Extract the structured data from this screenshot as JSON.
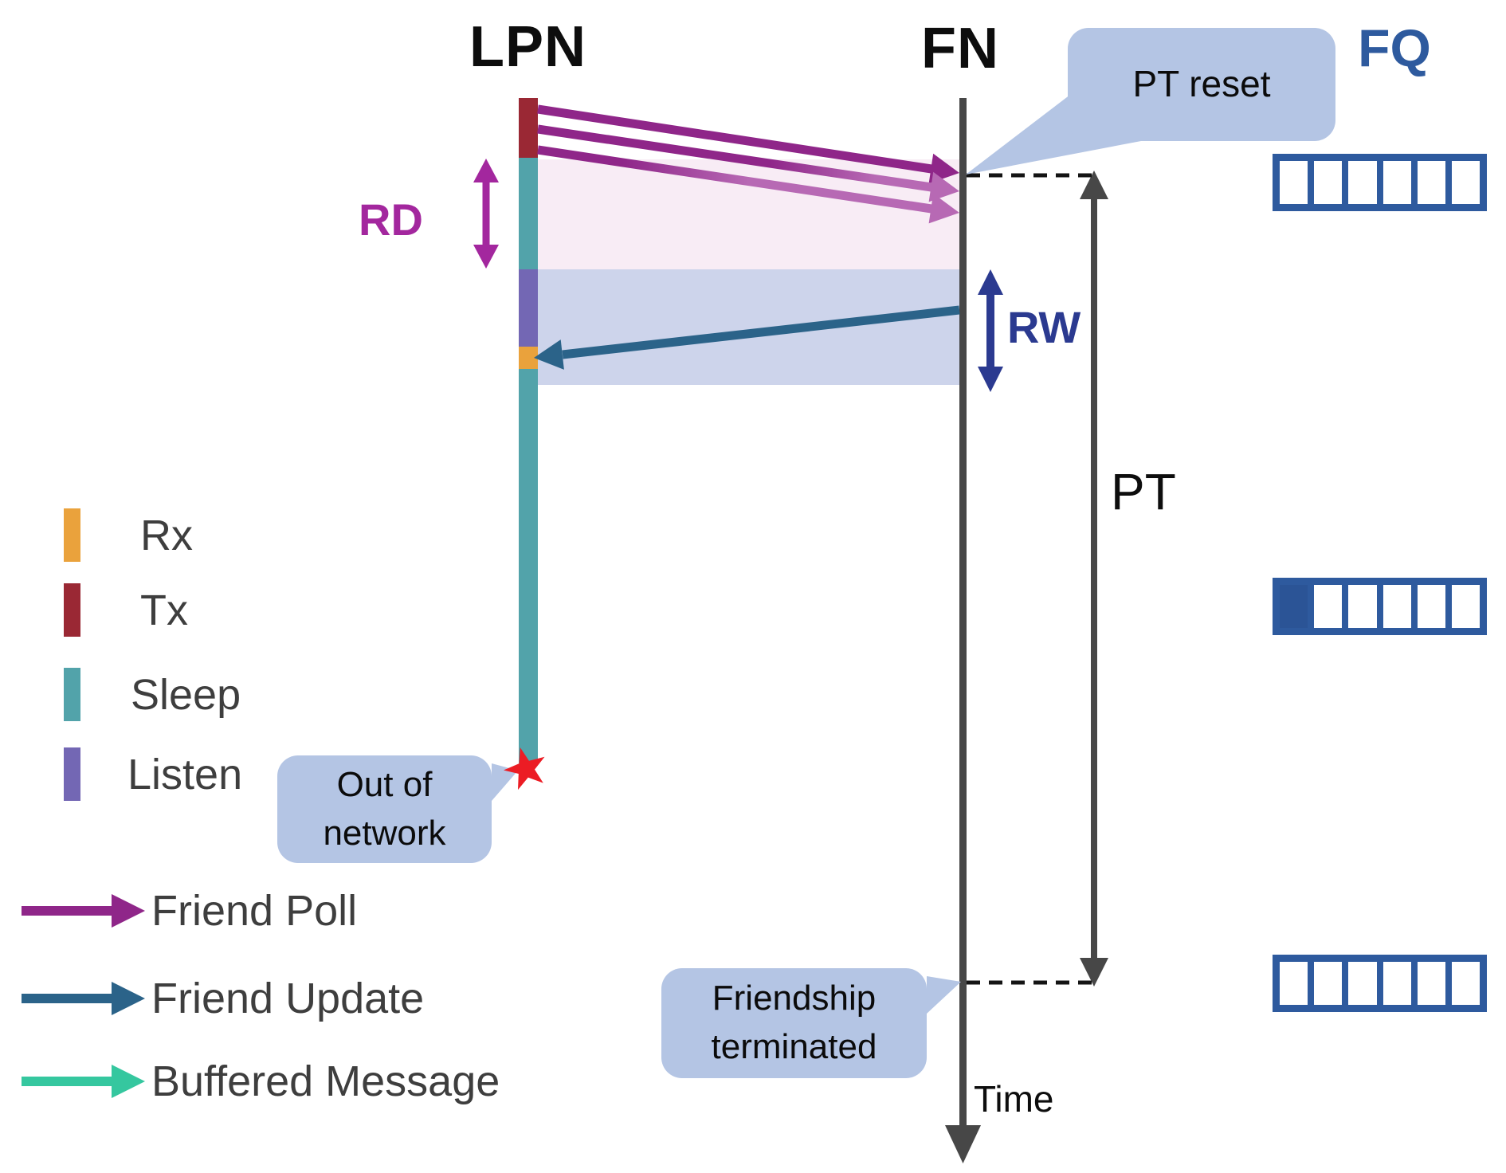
{
  "colors": {
    "rx": "#EAA23C",
    "tx": "#9A2834",
    "sleep": "#52A3AA",
    "listen": "#7367B4",
    "friend-poll": "#8F2689",
    "friend-poll-light": "#B769B4",
    "friend-update": "#2B6389",
    "buffered-message": "#35C79F",
    "rd": "#A3279E",
    "rw": "#2B3A90",
    "axis": "#474747",
    "callout": "#B4C5E4",
    "queue": "#2E5A9E",
    "queue-filled": "#2B5496",
    "region-rd": "#F8ECF5",
    "region-rw": "#CDD4EB",
    "star": "#EC1C24",
    "text": "#3E3E3E",
    "fq": "#2E5A9E"
  },
  "nodes": {
    "lpn": "LPN",
    "fn": "FN",
    "fq": "FQ"
  },
  "labels": {
    "rd": "RD",
    "rw": "RW",
    "pt": "PT",
    "time": "Time"
  },
  "callouts": {
    "pt_reset": "PT reset",
    "out_of_network": [
      "Out of",
      "network"
    ],
    "friendship_terminated": [
      "Friendship",
      "terminated"
    ]
  },
  "legend": {
    "states": [
      {
        "label": "Rx"
      },
      {
        "label": "Tx"
      },
      {
        "label": "Sleep"
      },
      {
        "label": "Listen"
      }
    ],
    "arrows": [
      {
        "label": "Friend Poll"
      },
      {
        "label": "Friend Update"
      },
      {
        "label": "Buffered Message"
      }
    ]
  },
  "queues": [
    {
      "name": "fq-top",
      "cells": [
        "empty",
        "empty",
        "empty",
        "empty",
        "empty",
        "empty"
      ]
    },
    {
      "name": "fq-middle",
      "cells": [
        "filled",
        "empty",
        "empty",
        "empty",
        "empty",
        "empty"
      ]
    },
    {
      "name": "fq-bottom",
      "cells": [
        "empty",
        "empty",
        "empty",
        "empty",
        "empty",
        "empty"
      ]
    }
  ]
}
